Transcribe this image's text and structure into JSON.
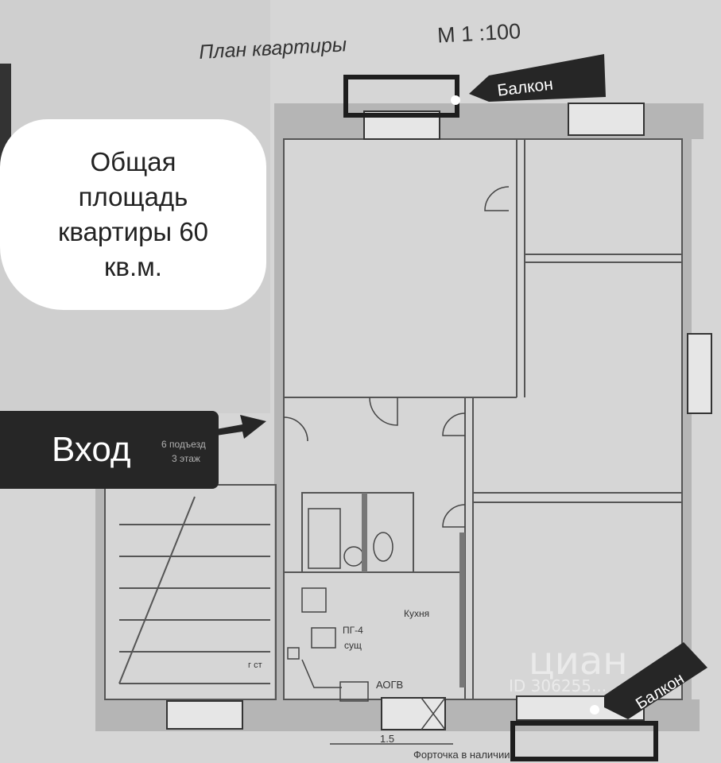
{
  "title": "План квартиры",
  "scale": "М 1 :100",
  "area_note": "Общая\nплощадь\nквартиры 60\nкв.м.",
  "entry_label": "Вход",
  "entry_sub": [
    "6 подъезд",
    "3 этаж"
  ],
  "balcony_top": "Балкон",
  "balcony_bottom": "Балкон",
  "kitchen_label": "Кухня",
  "stove_label": "ПГ-4",
  "stove_sub": "сущ",
  "gas_label": "г ст",
  "boiler_label": "АОГВ",
  "dimension": "1.5",
  "window_note": "Форточка в наличии",
  "watermark": "циан",
  "watermark_id": "ID 306255..."
}
